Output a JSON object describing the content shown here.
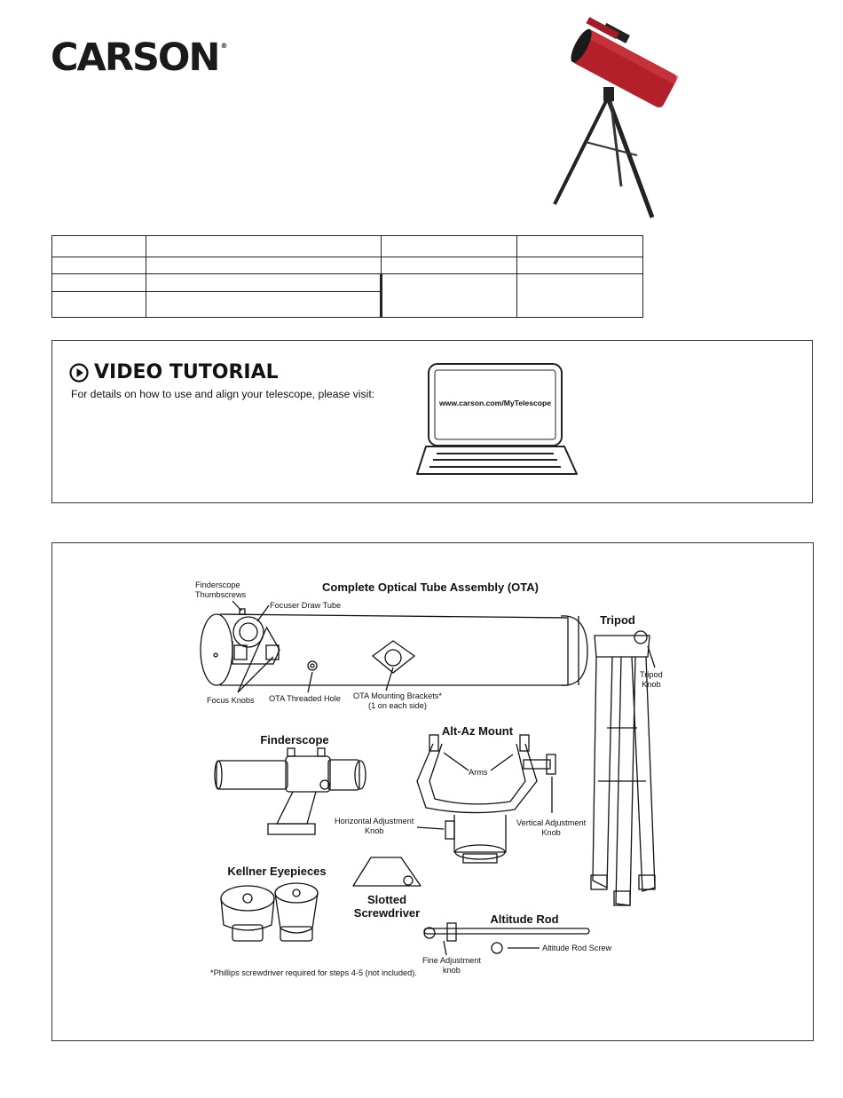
{
  "brand": {
    "name": "CARSON",
    "reg": "®"
  },
  "spec_table": {
    "rows": [
      [
        "",
        "",
        "",
        ""
      ],
      [
        "",
        "",
        "",
        ""
      ],
      [
        "",
        "",
        "",
        ""
      ],
      [
        "",
        "",
        "",
        ""
      ]
    ]
  },
  "video_tutorial": {
    "title": "VIDEO TUTORIAL",
    "text": "For details on how to use and align your telescope, please visit:",
    "url": "www.carson.com/MyTelescope"
  },
  "parts": {
    "ota_title": "Complete Optical Tube Assembly (OTA)",
    "finderscope_thumbscrews": [
      "Finderscope",
      "Thumbscrews"
    ],
    "focuser_draw_tube": "Focuser Draw Tube",
    "focus_knobs": "Focus Knobs",
    "ota_threaded_hole": "OTA Threaded Hole",
    "ota_mounting_brackets": [
      "OTA Mounting Brackets*",
      "(1 on each side)"
    ],
    "finderscope_title": "Finderscope",
    "altaz_title": "Alt-Az Mount",
    "arms": "Arms",
    "horizontal_knob": [
      "Horizontal Adjustment",
      "Knob"
    ],
    "vertical_knob": [
      "Vertical Adjustment",
      "Knob"
    ],
    "tripod_title": "Tripod",
    "tripod_knob": [
      "Tripod",
      "Knob"
    ],
    "kellner_title": "Kellner Eyepieces",
    "screwdriver_title": [
      "Slotted",
      "Screwdriver"
    ],
    "altitude_rod_title": "Altitude Rod",
    "fine_adjustment": [
      "Fine Adjustment",
      "knob"
    ],
    "altitude_rod_screw": "Altitude Rod Screw",
    "note": "*Phillips screwdriver required for steps 4-5 (not included)."
  }
}
